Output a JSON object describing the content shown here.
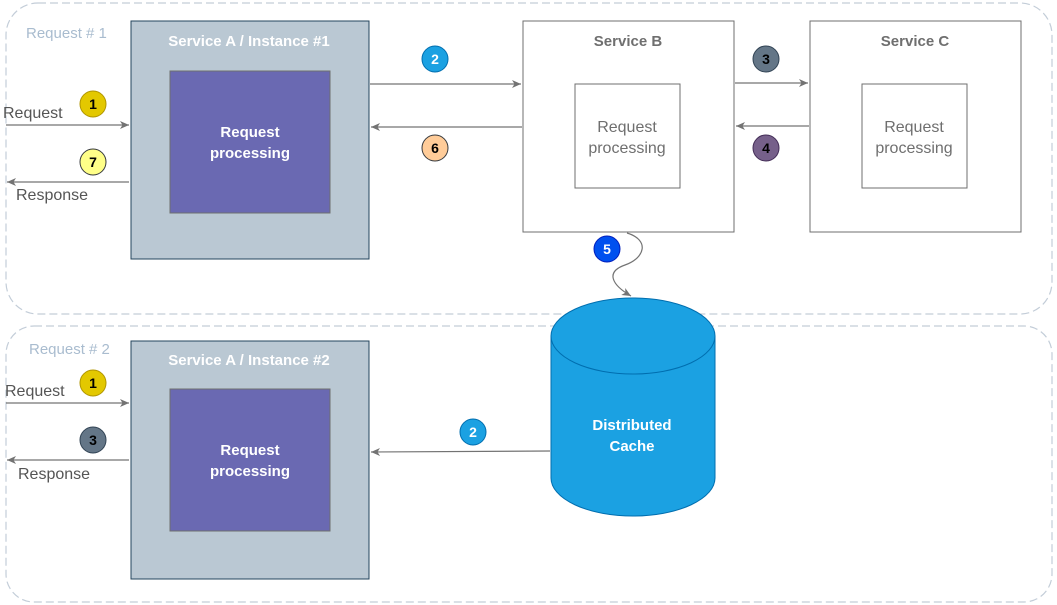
{
  "groups": [
    {
      "label": "Request # 1"
    },
    {
      "label": "Request # 2"
    }
  ],
  "services": {
    "a1": {
      "title": "Service A / Instance #1",
      "inner": [
        "Request",
        "processing"
      ]
    },
    "b": {
      "title": "Service B",
      "inner": [
        "Request",
        "processing"
      ]
    },
    "c": {
      "title": "Service C",
      "inner": [
        "Request",
        "processing"
      ]
    },
    "a2": {
      "title": "Service A / Instance #2",
      "inner": [
        "Request",
        "processing"
      ]
    }
  },
  "cache": {
    "label": [
      "Distributed",
      "Cache"
    ]
  },
  "edges": {
    "request1": "Request",
    "response1": "Response",
    "request2": "Request",
    "response2": "Response"
  },
  "badges": {
    "r1_1": "1",
    "r1_2": "2",
    "r1_3": "3",
    "r1_4": "4",
    "r1_5": "5",
    "r1_6": "6",
    "r1_7": "7",
    "r2_1": "1",
    "r2_2": "2",
    "r2_3": "3"
  },
  "colors": {
    "group_border": "#c3cdd8",
    "group_label": "#a9bccf",
    "service_a_fill": "#bac8d3",
    "service_a_stroke": "#23445d",
    "inner_purple": "#6a69b2",
    "box_stroke": "#6f6f6f",
    "arrow": "#737373",
    "cache_fill": "#1ba1e2",
    "cache_stroke": "#006eaf",
    "badge_yellow": "#e3c800",
    "badge_lightyellow": "#ffff88",
    "badge_blue": "#1ba1e2",
    "badge_slate": "#647687",
    "badge_peach": "#ffcc99",
    "badge_purple": "#76608a",
    "badge_darkblue": "#0050ef"
  }
}
